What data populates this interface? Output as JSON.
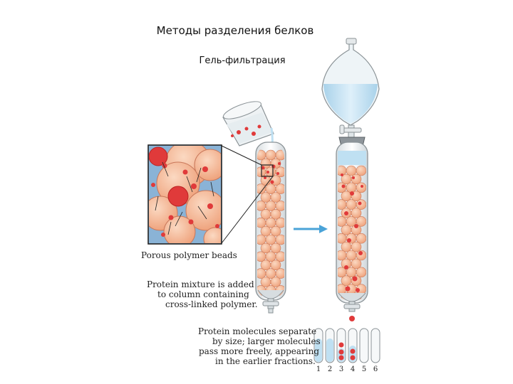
{
  "slide": {
    "title": "Методы разделения белков",
    "subtitle": "Гель-фильтрация"
  },
  "figure": {
    "beads_caption": "Porous polymer beads",
    "step1_caption": [
      "Protein mixture is added",
      "to column containing",
      "cross-linked polymer."
    ],
    "step2_caption": [
      "Protein molecules separate",
      "by size; larger molecules",
      "pass more freely, appearing",
      "in the earlier fractions."
    ],
    "fractions": [
      "1",
      "2",
      "3",
      "4",
      "5",
      "6"
    ],
    "colors": {
      "bead": "#f3b48f",
      "bead_edge": "#c9785a",
      "large_protein": "#e03a3a",
      "buffer": "#bfe0f2",
      "arrow": "#4aa3d8"
    }
  }
}
